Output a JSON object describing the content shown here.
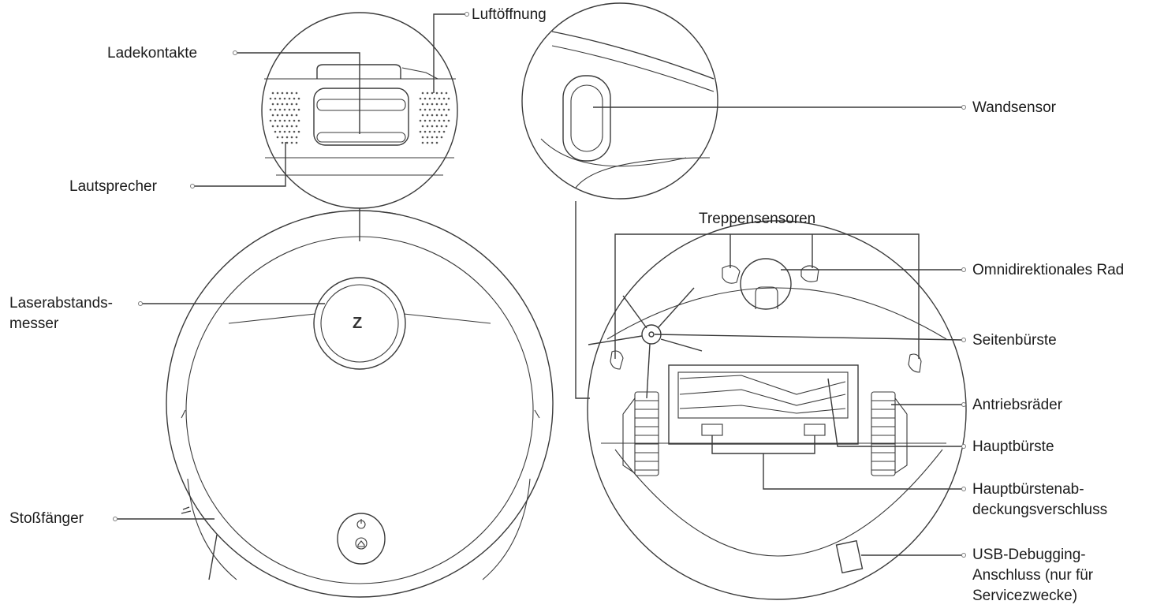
{
  "labels": {
    "luftoeffnung": "Luftöffnung",
    "ladekontakte": "Ladekontakte",
    "lautsprecher": "Lautsprecher",
    "laserabstandsmesser": [
      "Laserabstands-",
      "messer"
    ],
    "stossfaenger": "Stoßfänger",
    "wandsensor": "Wandsensor",
    "treppensensoren": "Treppensensoren",
    "omnidirektionales_rad": "Omnidirektionales Rad",
    "seitenbuerste": "Seitenbürste",
    "antriebsraeder": "Antriebsräder",
    "hauptbuerste": "Hauptbürste",
    "hauptbuerstenabdeckung": [
      "Hauptbürstenab-",
      "deckungsverschluss"
    ],
    "usb_debugging": [
      "USB-Debugging-",
      "Anschluss (nur für",
      "Servicezwecke)"
    ]
  },
  "logo_glyph": "Z",
  "power_icon": "power-icon",
  "home_icon": "home-icon"
}
